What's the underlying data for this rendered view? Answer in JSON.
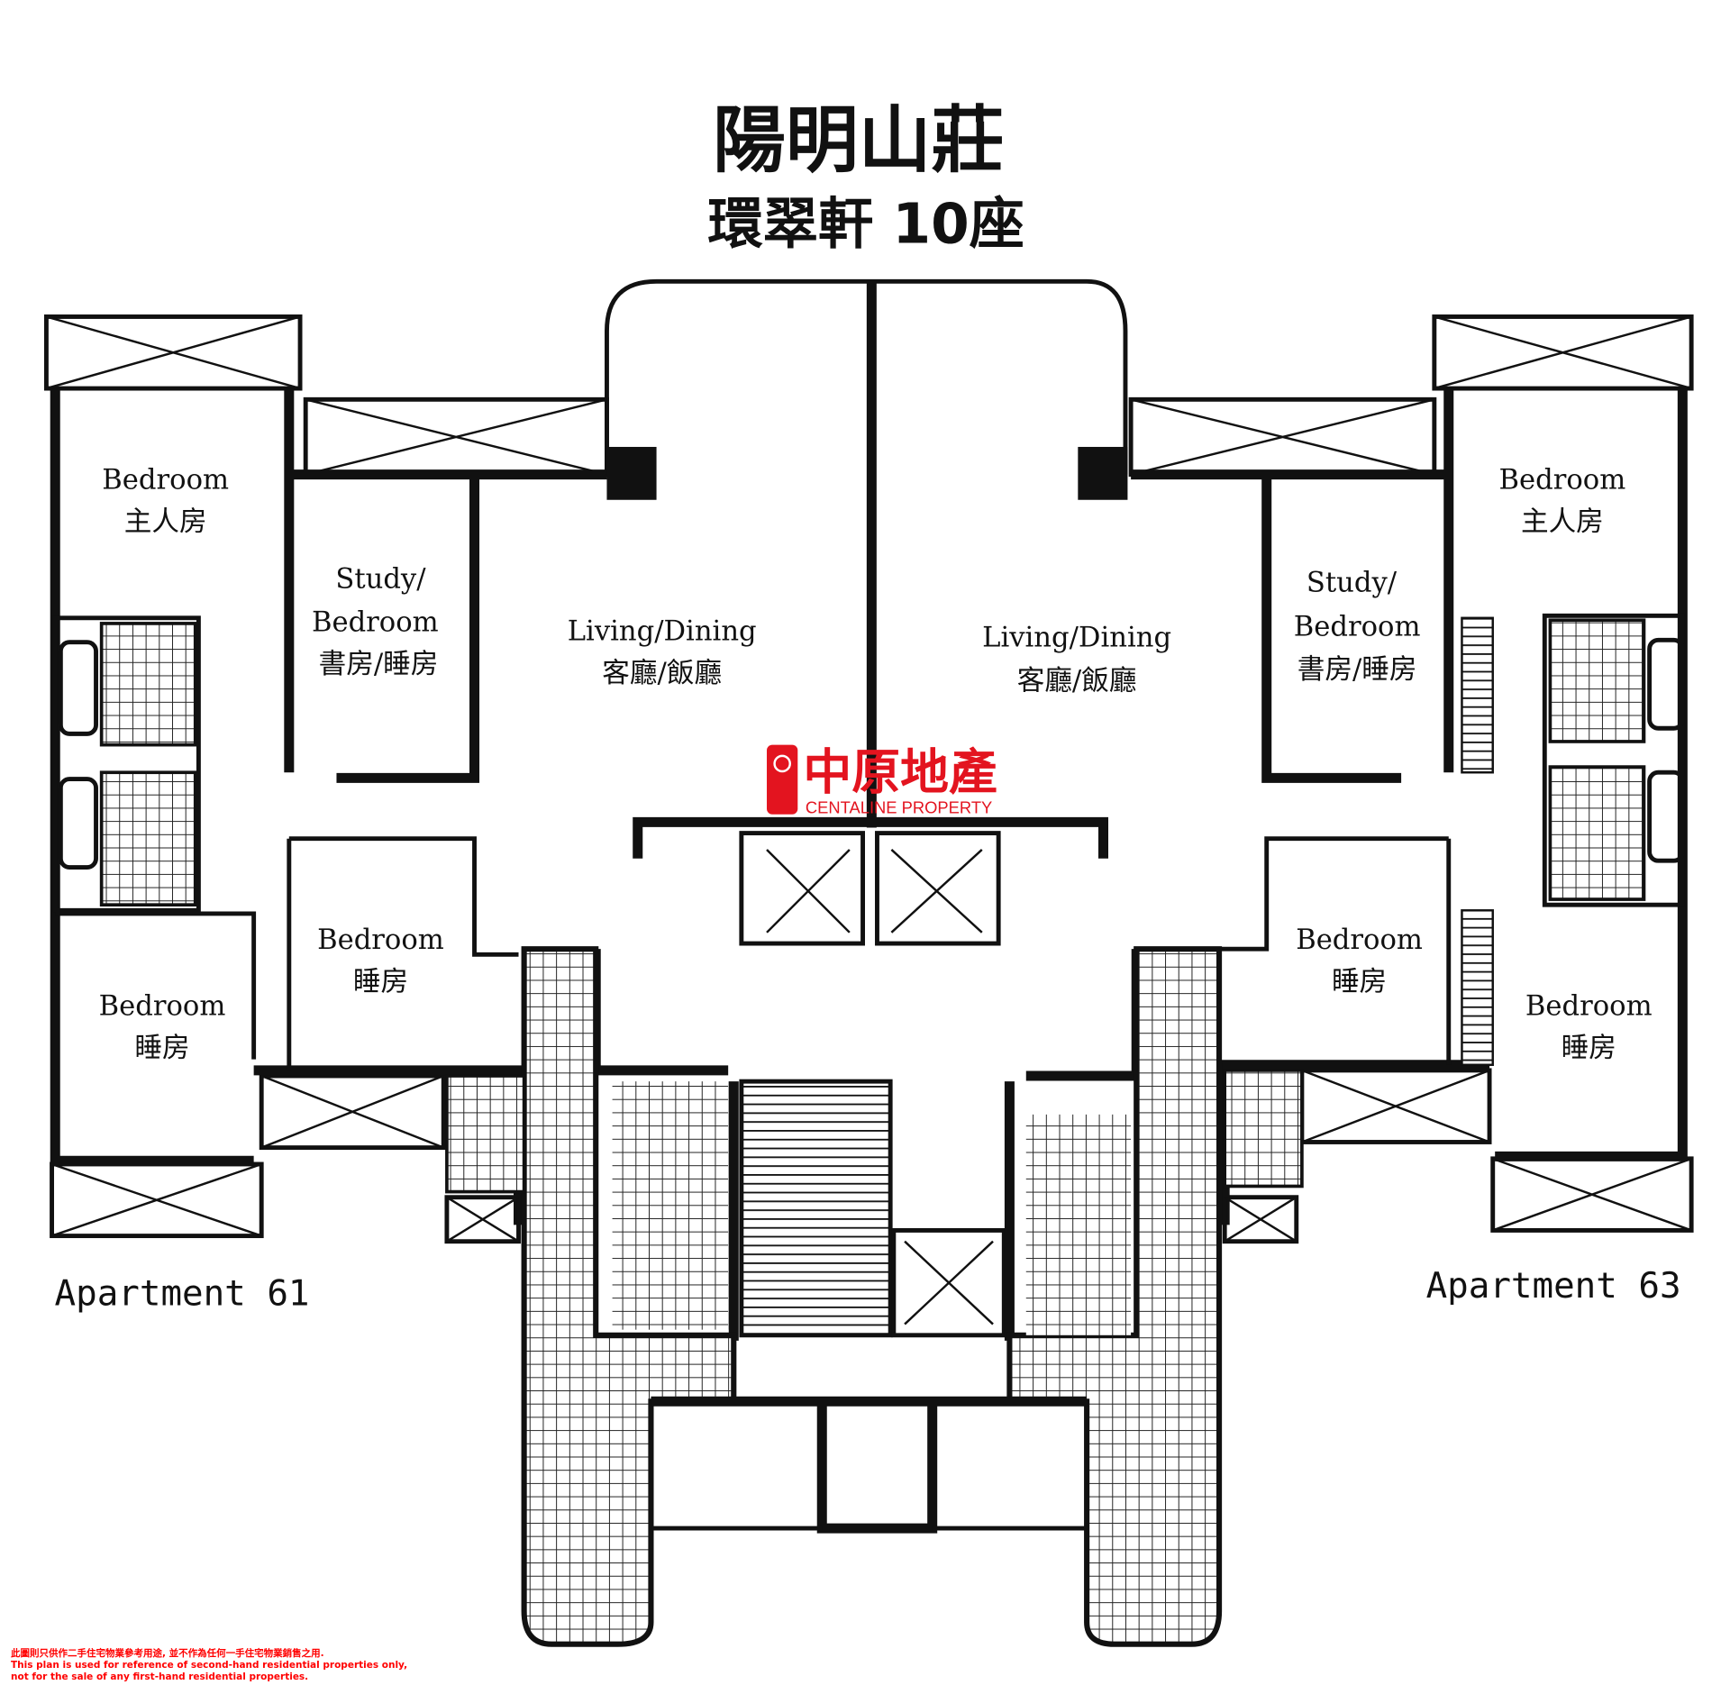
{
  "title": {
    "estate": "陽明山莊",
    "block": "環翠軒 10座"
  },
  "logo": {
    "chinese": "中原地產",
    "english": "CENTALINE PROPERTY",
    "brand_color": "#e3141f"
  },
  "watermark": "中原地產 CENTALINE PROPERTY",
  "apartment_61": {
    "label": "Apartment 61",
    "rooms": {
      "master": {
        "en": "Bedroom",
        "zh": "主人房"
      },
      "study": {
        "en1": "Study/",
        "en2": "Bedroom",
        "zh": "書房/睡房"
      },
      "living": {
        "en": "Living/Dining",
        "zh": "客廳/飯廳"
      },
      "bedroom_inner": {
        "en": "Bedroom",
        "zh": "睡房"
      },
      "bedroom_outer": {
        "en": "Bedroom",
        "zh": "睡房"
      }
    }
  },
  "apartment_63": {
    "label": "Apartment 63",
    "rooms": {
      "master": {
        "en": "Bedroom",
        "zh": "主人房"
      },
      "study": {
        "en1": "Study/",
        "en2": "Bedroom",
        "zh": "書房/睡房"
      },
      "living": {
        "en": "Living/Dining",
        "zh": "客廳/飯廳"
      },
      "bedroom_inner": {
        "en": "Bedroom",
        "zh": "睡房"
      },
      "bedroom_outer": {
        "en": "Bedroom",
        "zh": "睡房"
      }
    }
  },
  "disclaimer": {
    "zh": "此圖則只供作二手住宅物業參考用途, 並不作為任何一手住宅物業銷售之用.",
    "en1": "This plan is used for reference of second-hand residential properties only,",
    "en2": " not for the sale of any first-hand residential properties."
  }
}
